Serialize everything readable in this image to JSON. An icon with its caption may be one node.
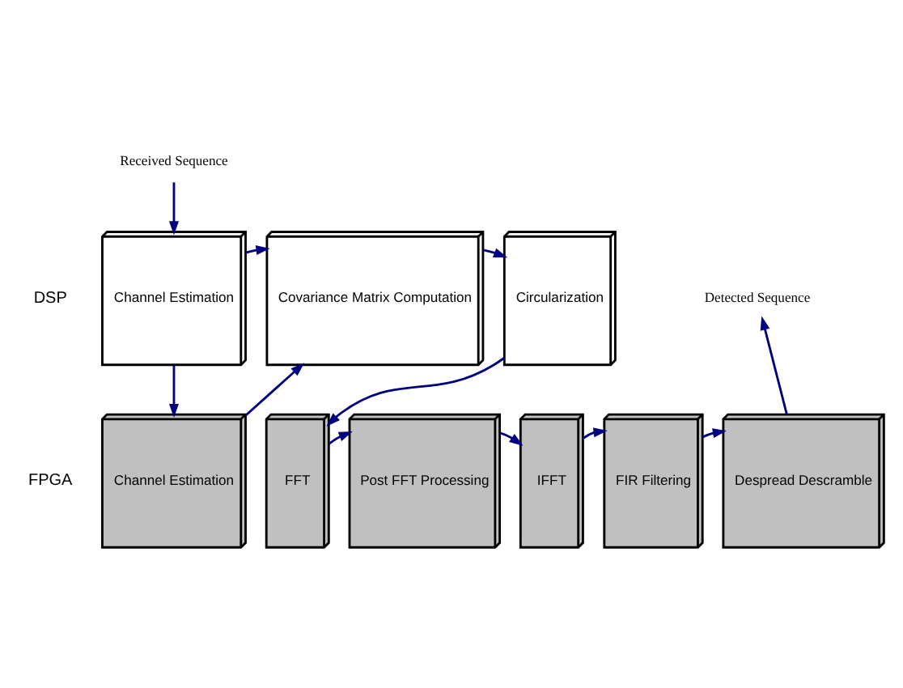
{
  "diagram": {
    "nodes": [
      {
        "text": [
          "Received Sequence"
        ]
      },
      {
        "text": [
          "Channel Estimation"
        ]
      },
      {
        "text": [
          "Covariance Matrix Computation"
        ]
      },
      {
        "text": [
          "Circularization"
        ]
      },
      {
        "text": [
          "Channel Estimation"
        ]
      },
      {
        "text": [
          "FFT"
        ]
      },
      {
        "text": [
          "Post FFT Processing"
        ]
      },
      {
        "text": [
          "IFFT"
        ]
      },
      {
        "text": [
          "FIR Filtering"
        ]
      },
      {
        "text": [
          "Despread Descramble"
        ]
      },
      {
        "text": [
          "Detected Sequence"
        ]
      }
    ],
    "edges": [
      {
        "from": 0,
        "to": 1,
        "arrow": "to"
      },
      {
        "from": 1,
        "to": 2,
        "arrow": "to"
      },
      {
        "from": 2,
        "to": 3,
        "arrow": "to"
      },
      {
        "from": 1,
        "to": 4,
        "arrow": "to"
      },
      {
        "from": 4,
        "to": 2,
        "arrow": "to"
      },
      {
        "from": 3,
        "to": 5,
        "arrow": "to"
      },
      {
        "from": 5,
        "to": 6,
        "arrow": "to"
      },
      {
        "from": 6,
        "to": 7,
        "arrow": "to"
      },
      {
        "from": 7,
        "to": 8,
        "arrow": "to"
      },
      {
        "from": 8,
        "to": 9,
        "arrow": "to"
      },
      {
        "from": 9,
        "to": 10,
        "arrow": "to"
      }
    ],
    "labels": [
      "DSP",
      "FPGA"
    ]
  }
}
